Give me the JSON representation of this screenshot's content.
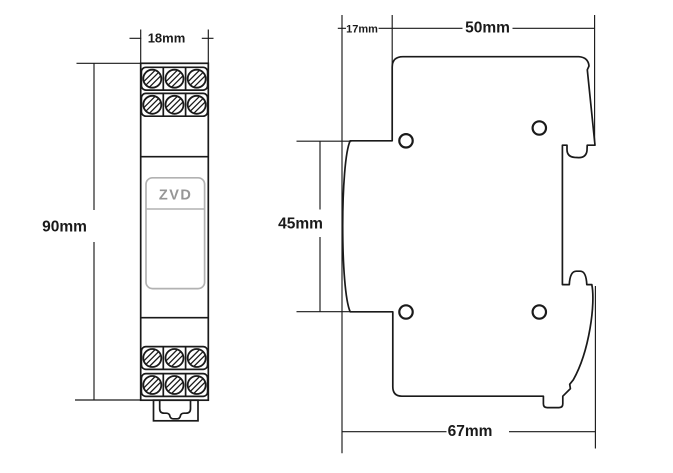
{
  "front_view": {
    "product_label": "ZVD",
    "width_dim": "18mm",
    "height_dim": "90mm"
  },
  "side_view": {
    "offset_dim": "17mm",
    "top_width_dim": "50mm",
    "rail_height_dim": "45mm",
    "total_width_dim": "67mm"
  },
  "colors": {
    "line": "#1a1a1a",
    "muted_gray": "#9a9a9a",
    "background": "#ffffff"
  }
}
